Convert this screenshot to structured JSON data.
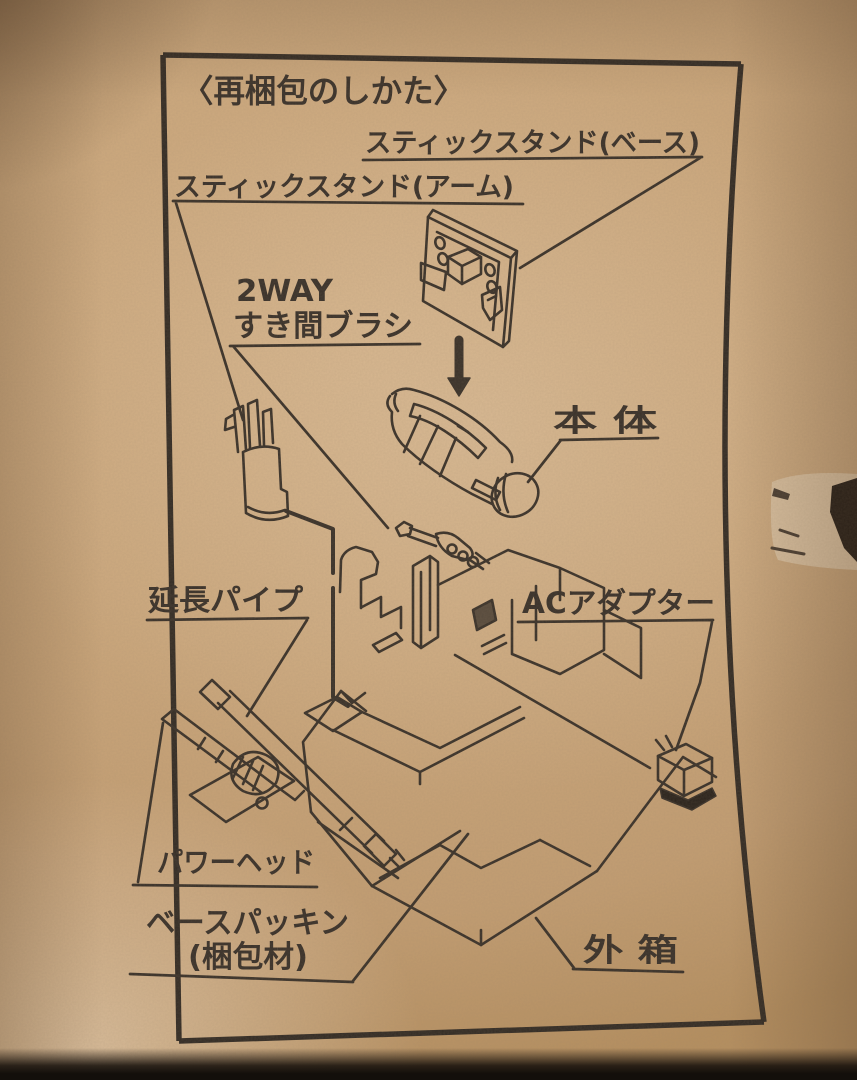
{
  "photo": {
    "medium": "photograph of printed cardboard box",
    "colors": {
      "cardboard": "#cba77c",
      "ink": "#3a322a",
      "photo_edge_shadow": "#130f0b",
      "tear_highlight": "#dcc3a2",
      "tear_shadow": "#241d17"
    }
  },
  "diagram": {
    "title": "〈再梱包のしかた〉",
    "labels": {
      "stand_base": "スティックスタンド(ベース)",
      "stand_arm": "スティックスタンド(アーム)",
      "crevice_brush_line1": "2WAY",
      "crevice_brush_line2": "すき間ブラシ",
      "main_unit": "本 体",
      "extension_pipe": "延長パイプ",
      "ac_adapter": "ACアダプター",
      "power_head": "パワーヘッド",
      "base_packing_line1": "ベースパッキン",
      "base_packing_line2": "(梱包材)",
      "outer_box": "外 箱"
    }
  }
}
